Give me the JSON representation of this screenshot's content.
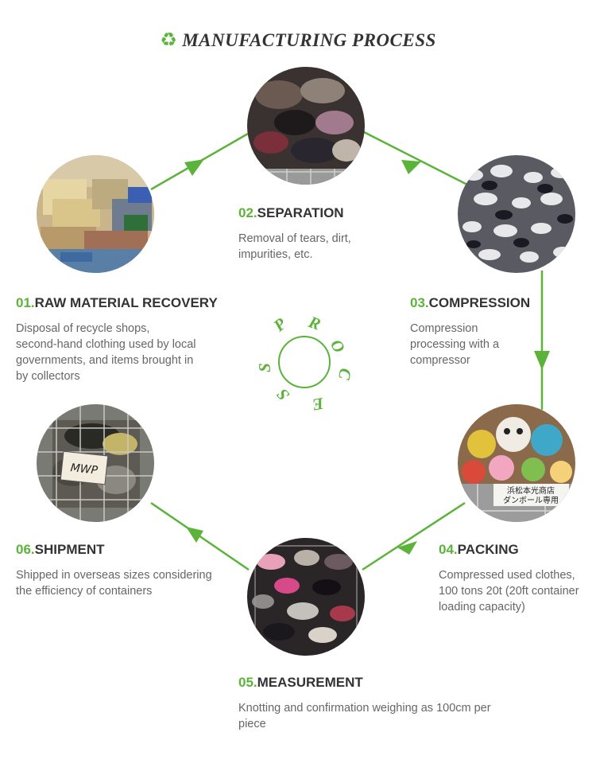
{
  "title": "MANUFACTURING PROCESS",
  "icons": {
    "title": "recycle-icon"
  },
  "accent_color": "#5bb33a",
  "center_word": [
    "P",
    "R",
    "O",
    "C",
    "E",
    "S",
    "S"
  ],
  "steps": [
    {
      "num": "01.",
      "title": "RAW MATERIAL RECOVERY",
      "desc": [
        "Disposal of recycle shops,",
        "second-hand clothing used by local",
        "governments, and items brought in",
        "by collectors"
      ]
    },
    {
      "num": "02.",
      "title": "SEPARATION",
      "desc": [
        "Removal of tears, dirt,",
        "impurities, etc."
      ]
    },
    {
      "num": "03.",
      "title": "COMPRESSION",
      "desc": [
        "Compression",
        "processing with a",
        "compressor"
      ]
    },
    {
      "num": "04.",
      "title": "PACKING",
      "desc": [
        "Compressed used clothes,",
        "100 tons 20t (20ft container",
        "loading capacity)"
      ]
    },
    {
      "num": "05.",
      "title": "MEASUREMENT",
      "desc": [
        "Knotting and confirmation weighing as 100cm per",
        "piece"
      ]
    },
    {
      "num": "06.",
      "title": "SHIPMENT",
      "desc": [
        "Shipped in overseas sizes considering",
        "the efficiency of containers"
      ]
    }
  ],
  "photo_labels": {
    "mwp": "MWP",
    "packing_sign_1": "浜松本光商店",
    "packing_sign_2": "ダンボール専用"
  }
}
